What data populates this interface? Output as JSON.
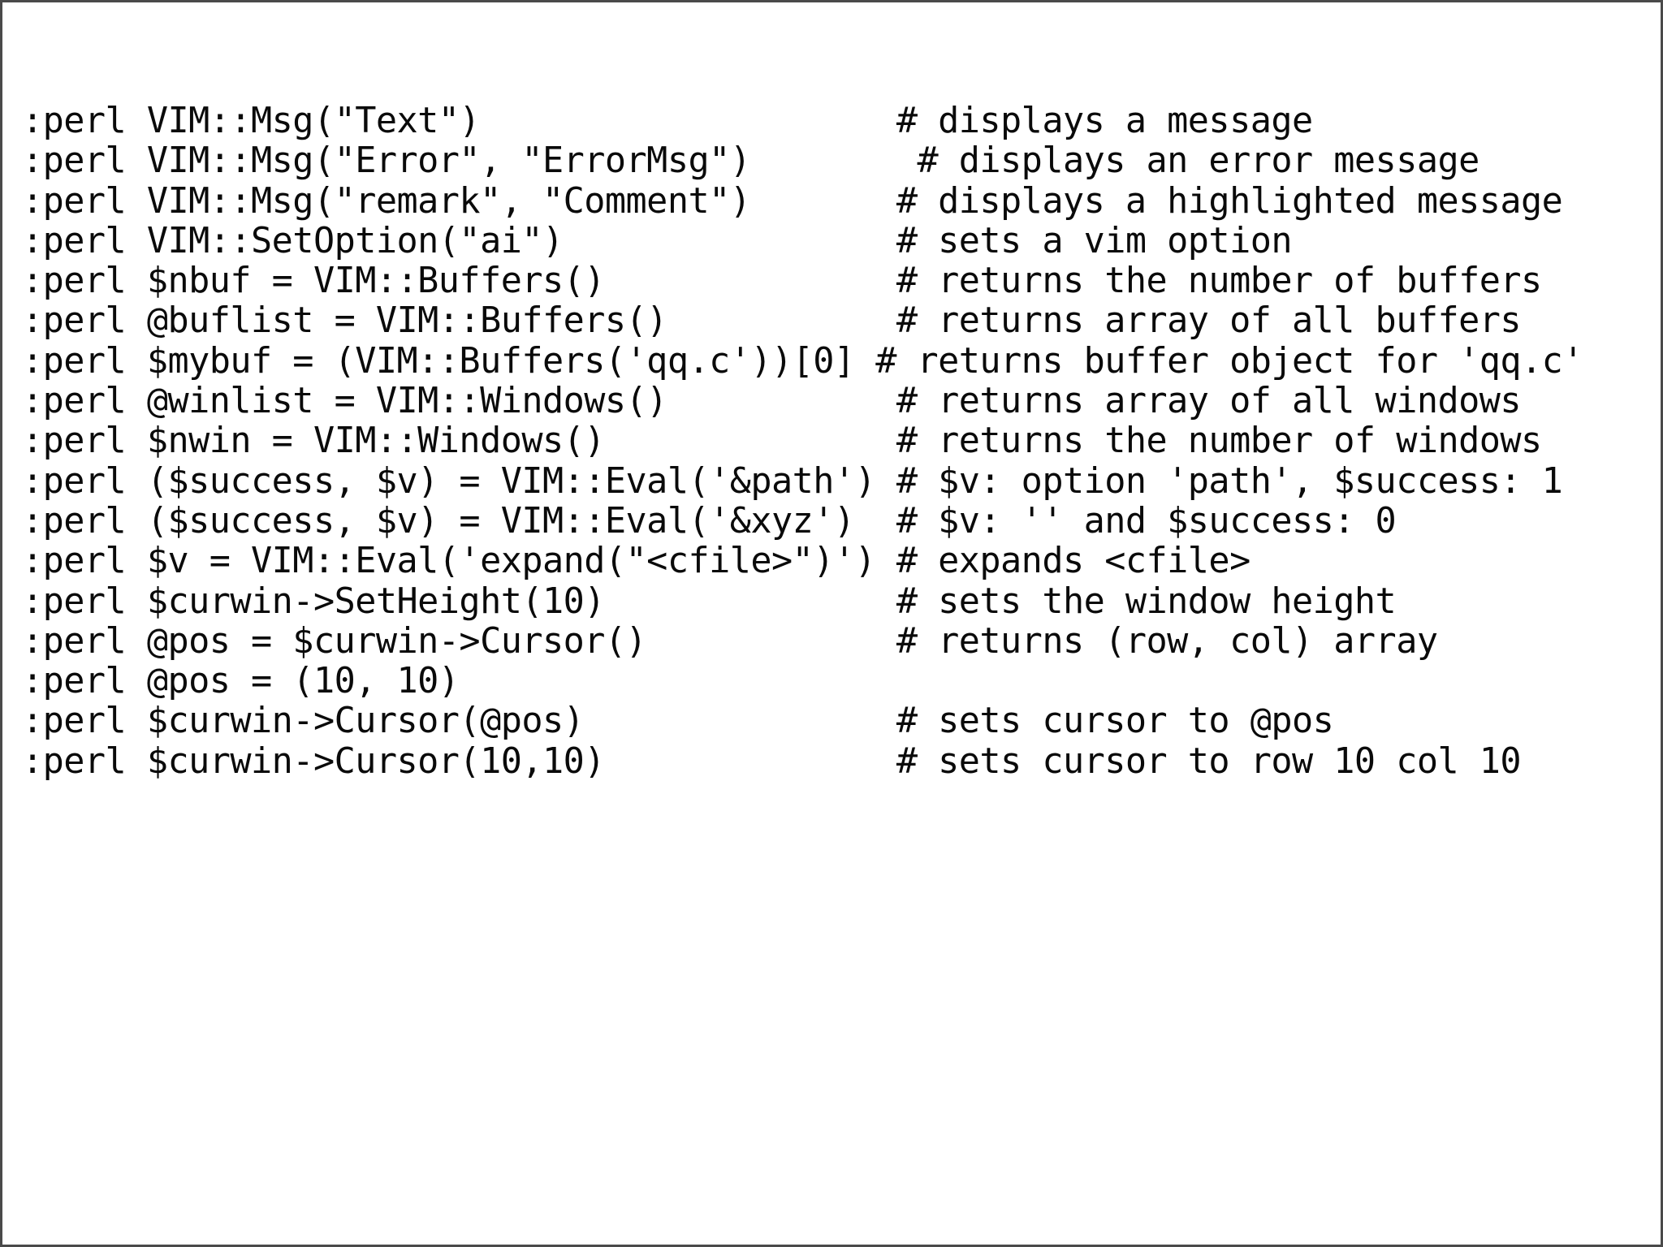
{
  "page": {
    "background_color": "#ffffff",
    "text_color": "#0a0a0a",
    "border_color": "#4a4a4a",
    "kind": "code-block"
  },
  "code_block": {
    "language": "vim-help",
    "lines": [
      ":perl VIM::Msg(\"Text\")                    # displays a message",
      ":perl VIM::Msg(\"Error\", \"ErrorMsg\")        # displays an error message",
      ":perl VIM::Msg(\"remark\", \"Comment\")       # displays a highlighted message",
      ":perl VIM::SetOption(\"ai\")                # sets a vim option",
      ":perl $nbuf = VIM::Buffers()              # returns the number of buffers",
      ":perl @buflist = VIM::Buffers()           # returns array of all buffers",
      ":perl $mybuf = (VIM::Buffers('qq.c'))[0] # returns buffer object for 'qq.c'",
      ":perl @winlist = VIM::Windows()           # returns array of all windows",
      ":perl $nwin = VIM::Windows()              # returns the number of windows",
      ":perl ($success, $v) = VIM::Eval('&path') # $v: option 'path', $success: 1",
      ":perl ($success, $v) = VIM::Eval('&xyz')  # $v: '' and $success: 0",
      ":perl $v = VIM::Eval('expand(\"<cfile>\")') # expands <cfile>",
      ":perl $curwin->SetHeight(10)              # sets the window height",
      ":perl @pos = $curwin->Cursor()            # returns (row, col) array",
      ":perl @pos = (10, 10)",
      ":perl $curwin->Cursor(@pos)               # sets cursor to @pos",
      ":perl $curwin->Cursor(10,10)              # sets cursor to row 10 col 10"
    ]
  }
}
